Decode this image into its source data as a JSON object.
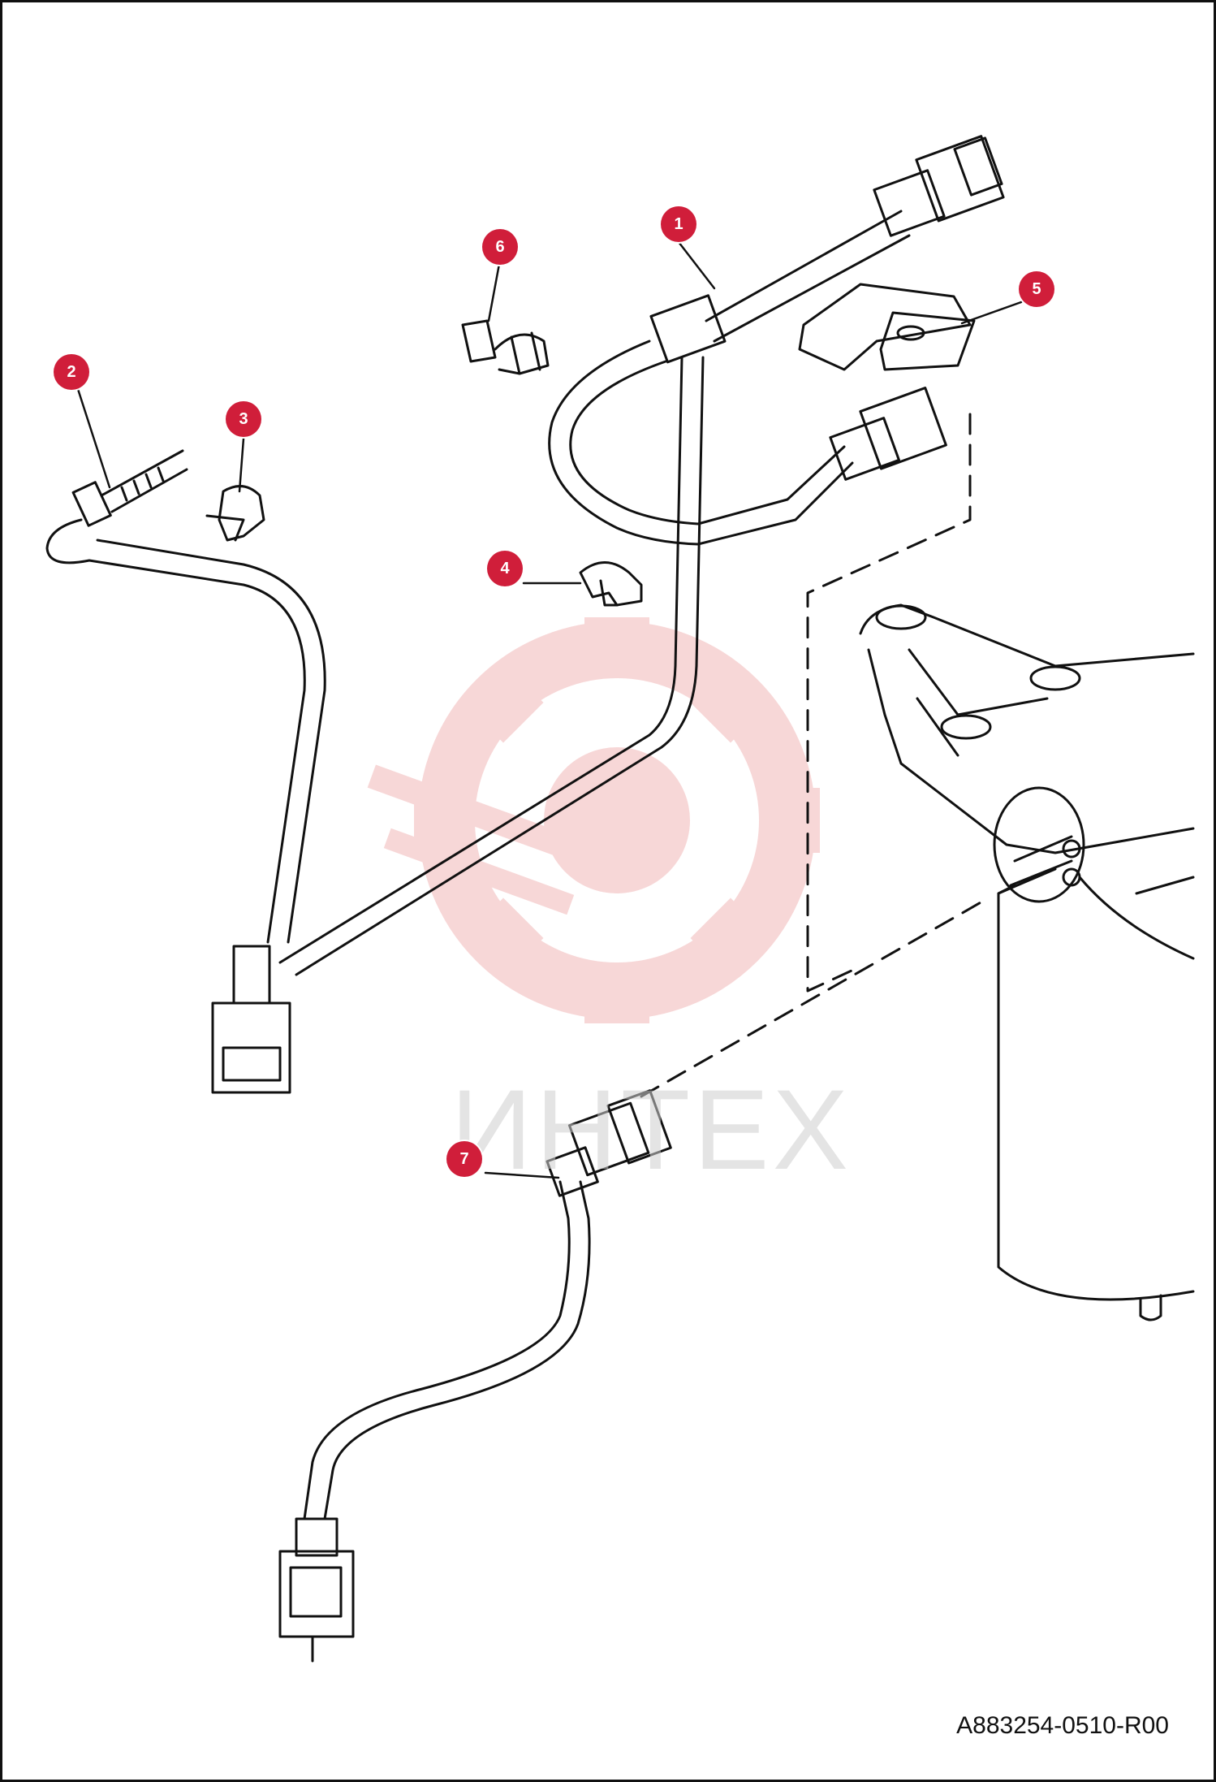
{
  "diagram": {
    "callouts": [
      {
        "id": "callout-1",
        "label": "1"
      },
      {
        "id": "callout-2",
        "label": "2"
      },
      {
        "id": "callout-3",
        "label": "3"
      },
      {
        "id": "callout-4",
        "label": "4"
      },
      {
        "id": "callout-5",
        "label": "5"
      },
      {
        "id": "callout-6",
        "label": "6"
      },
      {
        "id": "callout-7",
        "label": "7"
      }
    ],
    "watermark_text": "ИНТЕХ",
    "drawing_code": "A883254-0510-R00",
    "colors": {
      "callout": "#d01e3a",
      "line": "#111111",
      "watermark": "#f2b8b8"
    }
  }
}
